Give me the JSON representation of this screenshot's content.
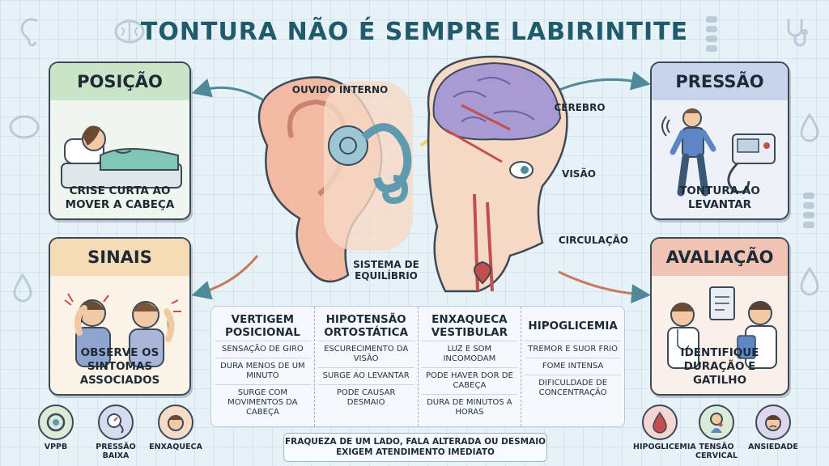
{
  "title": "TONTURA NÃO É SEMPRE LABIRINTITE",
  "cards": {
    "posicao": {
      "title": "POSIÇÃO",
      "caption": "CRISE CURTA AO MOVER A CABEÇA"
    },
    "pressao": {
      "title": "PRESSÃO",
      "caption": "TONTURA AO LEVANTAR"
    },
    "sinais": {
      "title": "SINAIS",
      "caption": "OBSERVE OS SINTOMAS ASSOCIADOS"
    },
    "avaliacao": {
      "title": "AVALIAÇÃO",
      "caption": "IDENTIFIQUE DURAÇÃO E GATILHO"
    }
  },
  "anatomy_labels": {
    "ouvido": "OUVIDO INTERNO",
    "cerebro": "CÉREBRO",
    "visao": "VISÃO",
    "circulacao": "CIRCULAÇÃO",
    "equilibrio": "SISTEMA DE EQUILÍBRIO"
  },
  "columns": [
    {
      "header": "VERTIGEM POSICIONAL",
      "items": [
        "SENSAÇÃO DE GIRO",
        "DURA MENOS DE UM MINUTO",
        "SURGE COM MOVIMENTOS DA CABEÇA"
      ]
    },
    {
      "header": "HIPOTENSÃO ORTOSTÁTICA",
      "items": [
        "ESCURECIMENTO DA VISÃO",
        "SURGE AO LEVANTAR",
        "PODE CAUSAR DESMAIO"
      ]
    },
    {
      "header": "ENXAQUECA VESTIBULAR",
      "items": [
        "LUZ E SOM INCOMODAM",
        "PODE HAVER DOR DE CABEÇA",
        "DURA DE MINUTOS A HORAS"
      ]
    },
    {
      "header": "HIPOGLICEMIA",
      "items": [
        "TREMOR E SUOR FRIO",
        "FOME INTENSA",
        "DIFICULDADE DE CONCENTRAÇÃO"
      ]
    }
  ],
  "warning": "FRAQUEZA DE UM LADO, FALA ALTERADA OU DESMAIO EXIGEM ATENDIMENTO IMEDIATO",
  "badges_left": [
    {
      "label": "VPPB",
      "icon": "inner-ear-icon",
      "color": "#d9ecd7"
    },
    {
      "label": "PRESSÃO BAIXA",
      "icon": "blood-pressure-icon",
      "color": "#d4ddf0"
    },
    {
      "label": "ENXAQUECA",
      "icon": "headache-icon",
      "color": "#f6dcc6"
    }
  ],
  "badges_right": [
    {
      "label": "HIPOGLICEMIA",
      "icon": "blood-drop-icon",
      "color": "#f6d6d2"
    },
    {
      "label": "TENSÃO CERVICAL",
      "icon": "neck-pain-icon",
      "color": "#d9ecd7"
    },
    {
      "label": "ANSIEDADE",
      "icon": "anxiety-icon",
      "color": "#dcd6ee"
    }
  ]
}
